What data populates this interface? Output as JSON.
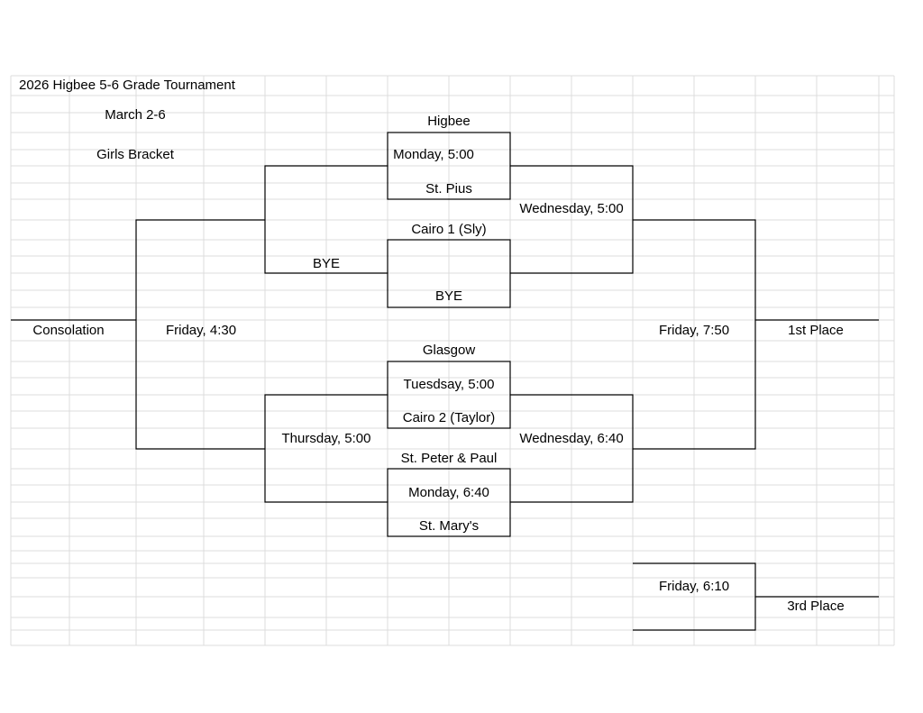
{
  "header": {
    "title": "2026 Higbee 5-6 Grade Tournament",
    "dates": "March 2-6",
    "bracket_name": "Girls Bracket"
  },
  "round1": {
    "game1": {
      "team_top": "Higbee",
      "time": "Monday, 5:00",
      "team_bottom": "St. Pius"
    },
    "game2": {
      "team_top": "Cairo 1 (Sly)",
      "team_bottom": "BYE"
    },
    "game3": {
      "team_top": "Glasgow",
      "time": "Tuesdsay, 5:00",
      "team_bottom": "Cairo 2 (Taylor)"
    },
    "game4": {
      "team_top": "St. Peter & Paul",
      "time": "Monday, 6:40",
      "team_bottom": "St. Mary's"
    }
  },
  "round2": {
    "left_upper_bye": "BYE",
    "left_lower_time": "Thursday, 5:00",
    "right_upper_time": "Wednesday, 5:00",
    "right_lower_time": "Wednesday, 6:40"
  },
  "finals": {
    "consolation_time": "Friday, 4:30",
    "consolation_label": "Consolation",
    "championship_time": "Friday, 7:50",
    "first_place_label": "1st Place",
    "third_place_time": "Friday, 6:10",
    "third_place_label": "3rd Place"
  }
}
